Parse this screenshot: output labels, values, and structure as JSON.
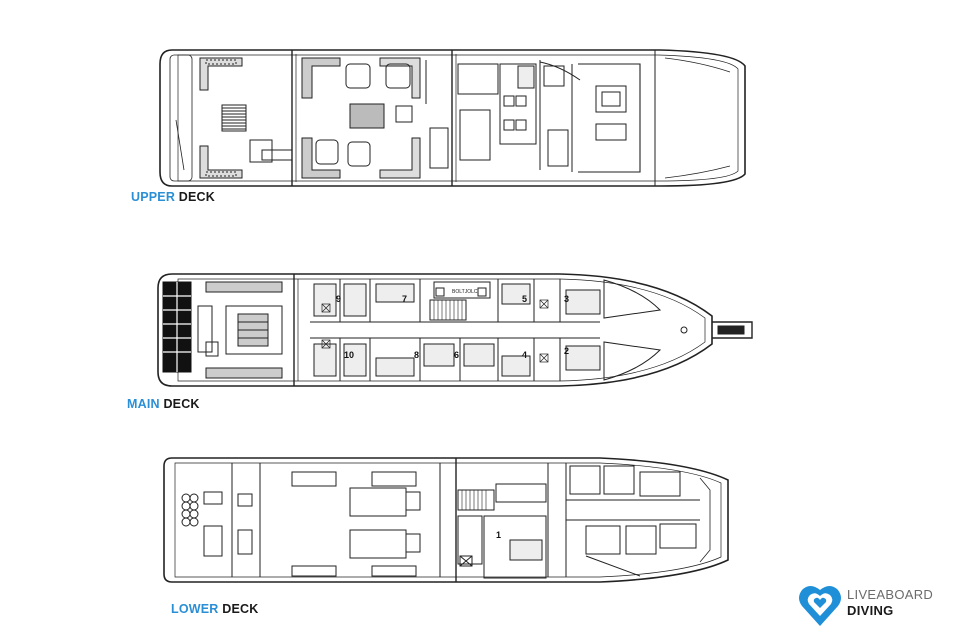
{
  "decks": [
    {
      "id": "upper",
      "accent": "UPPER",
      "word": "DECK"
    },
    {
      "id": "main",
      "accent": "MAIN",
      "word": "DECK"
    },
    {
      "id": "lower",
      "accent": "LOWER",
      "word": "DECK"
    }
  ],
  "main_deck_cabins": [
    "9",
    "7",
    "5",
    "3",
    "10",
    "8",
    "6",
    "4",
    "2"
  ],
  "main_deck_room_label": "BOLTJOLC",
  "lower_deck_cabins": [
    "1"
  ],
  "brand": {
    "line1": "LIVEABOARD",
    "line2": "DIVING",
    "logo_icon": "heart-pin-icon"
  },
  "colors": {
    "accent": "#2b8fd6",
    "logo_blue": "#1f8fd8",
    "line": "#222222"
  }
}
